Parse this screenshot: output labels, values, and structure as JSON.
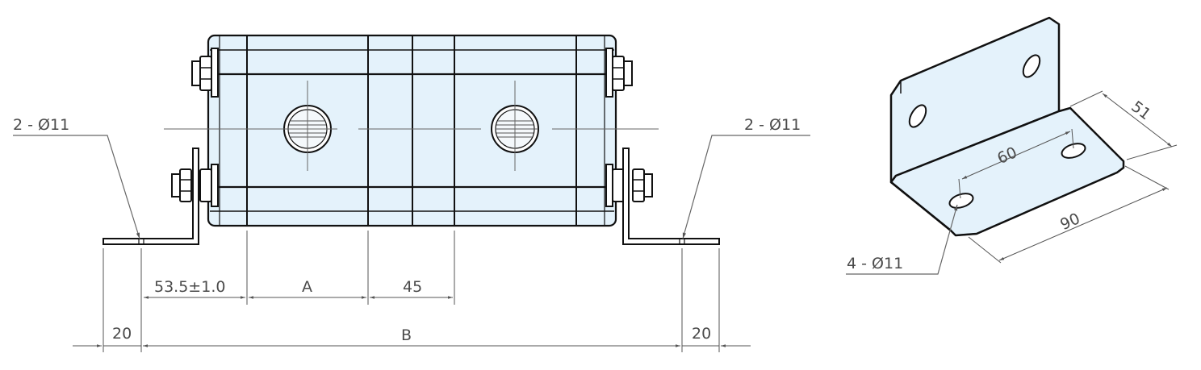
{
  "front_view": {
    "callout_left": "2 - Ø11",
    "callout_right": "2 - Ø11",
    "dim_offset": "53.5±1.0",
    "dim_a": "A",
    "dim_gap": "45",
    "dim_left_flange": "20",
    "dim_overall": "B",
    "dim_right_flange": "20"
  },
  "iso_view": {
    "dim_height": "51",
    "dim_hole_spacing": "60",
    "dim_length": "90",
    "callout_holes": "4 - Ø11"
  },
  "colors": {
    "part_fill": "#e4f2fb",
    "line": "#111111",
    "dimension": "#555555"
  }
}
